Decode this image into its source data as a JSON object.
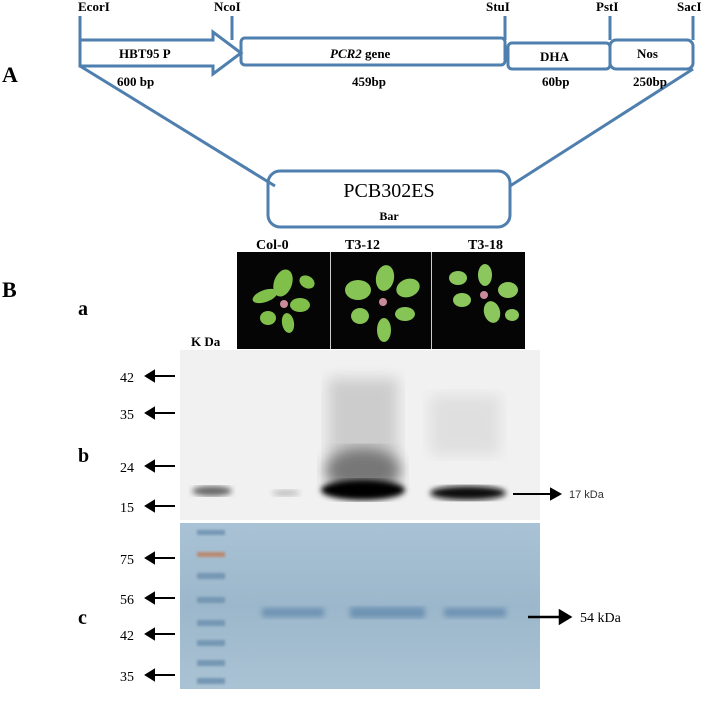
{
  "panelA": {
    "label": "A",
    "sites": [
      "EcorI",
      "NcoI",
      "StuI",
      "PstI",
      "SacI"
    ],
    "segments": [
      {
        "name": "HBT95  P",
        "size": "600 bp"
      },
      {
        "name_italic": "PCR2",
        "name_rest": " gene",
        "size": "459bp"
      },
      {
        "name": "DHA",
        "size": "60bp"
      },
      {
        "name": "Nos",
        "size": "250bp"
      }
    ],
    "vector": {
      "name": "PCB302ES",
      "marker": "Bar"
    }
  },
  "panelB": {
    "label": "B",
    "sub_a": "a",
    "sub_b": "b",
    "sub_c": "c",
    "kda_label": "K Da",
    "samples": [
      "Col-0",
      "T3-12",
      "T3-18"
    ],
    "western_markers": [
      "42",
      "35",
      "24",
      "15"
    ],
    "western_band": "17 kDa",
    "gel_markers": [
      "75",
      "56",
      "42",
      "35"
    ],
    "gel_band": "54 kDa"
  },
  "colors": {
    "construct_line": "#4f7fae",
    "plant_green": "#7fbf4a",
    "gel_blue": "#9ab7cd"
  }
}
